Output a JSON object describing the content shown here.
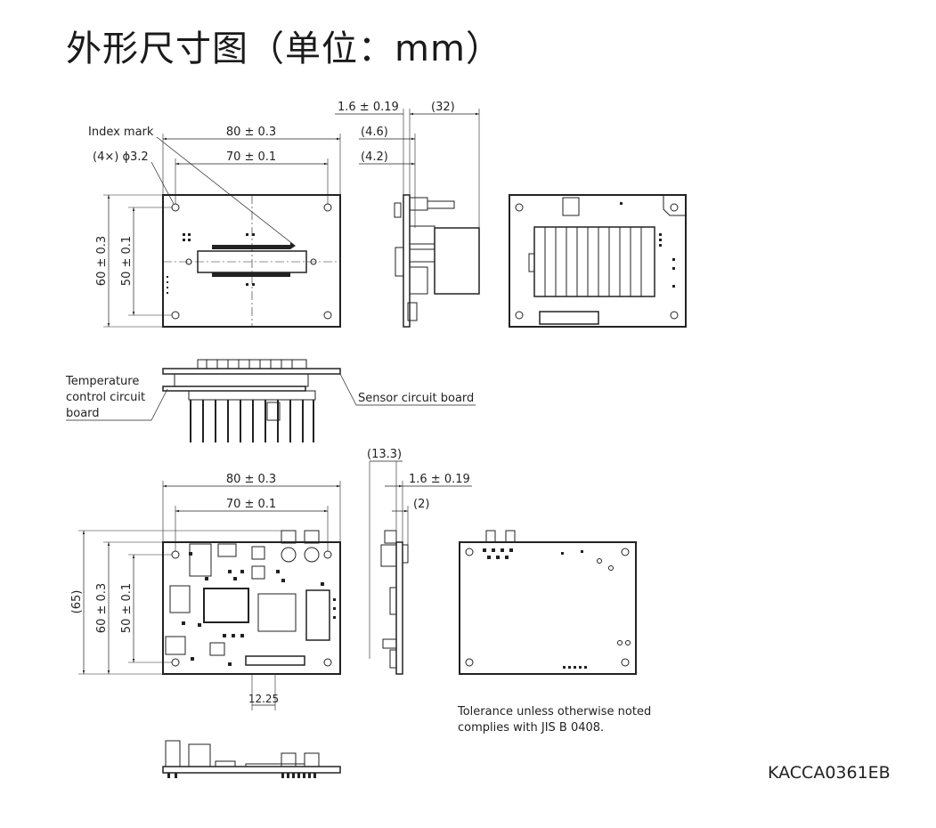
{
  "title": "外形尺寸图（单位：mm）",
  "labels": {
    "index_mark": "Index mark",
    "hole": "(4×) ϕ3.2",
    "temp_board_1": "Temperature",
    "temp_board_2": "control circuit",
    "temp_board_3": "board",
    "sensor_board": "Sensor circuit board"
  },
  "dims_top": {
    "width_outer": "80 ± 0.3",
    "width_inner": "70 ± 0.1",
    "height_outer": "60 ± 0.3",
    "height_inner": "50 ± 0.1",
    "thickness": "1.6 ± 0.19",
    "depth": "(32)",
    "d46": "(4.6)",
    "d42": "(4.2)"
  },
  "dims_bottom": {
    "width_outer": "80 ± 0.3",
    "width_inner": "70 ± 0.1",
    "height_total": "(65)",
    "height_outer": "60 ± 0.3",
    "height_inner": "50 ± 0.1",
    "connector_offset": "12.25",
    "d133": "(13.3)",
    "thickness": "1.6 ± 0.19",
    "d2": "(2)"
  },
  "tolerance_note_1": "Tolerance unless otherwise noted",
  "tolerance_note_2": "complies with JIS B 0408.",
  "drawing_code": "KACCA0361EB"
}
